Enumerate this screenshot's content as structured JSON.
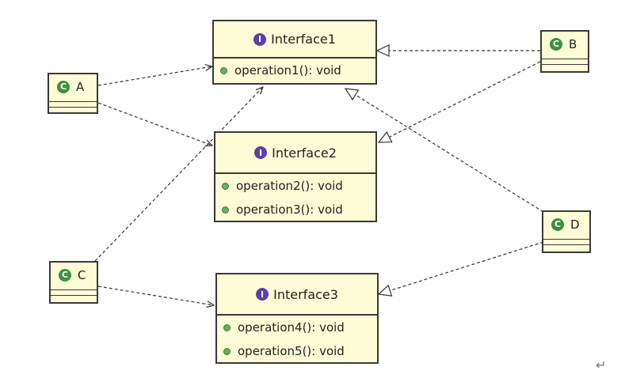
{
  "interfaces": [
    {
      "name": "Interface1",
      "methods": [
        "operation1(): void"
      ]
    },
    {
      "name": "Interface2",
      "methods": [
        "operation2(): void",
        "operation3(): void"
      ]
    },
    {
      "name": "Interface3",
      "methods": [
        "operation4(): void",
        "operation5(): void"
      ]
    }
  ],
  "classes": [
    {
      "name": "A"
    },
    {
      "name": "B"
    },
    {
      "name": "C"
    },
    {
      "name": "D"
    }
  ],
  "stereotype_glyphs": {
    "interface": "I",
    "class": "C"
  },
  "corner_symbol": "↵",
  "colors": {
    "box_fill": "#fdfcd6",
    "border": "#3a3a3a",
    "interface_badge": "#5d3ea8",
    "class_badge": "#3d8f41",
    "method_dot": "#69b05c"
  }
}
